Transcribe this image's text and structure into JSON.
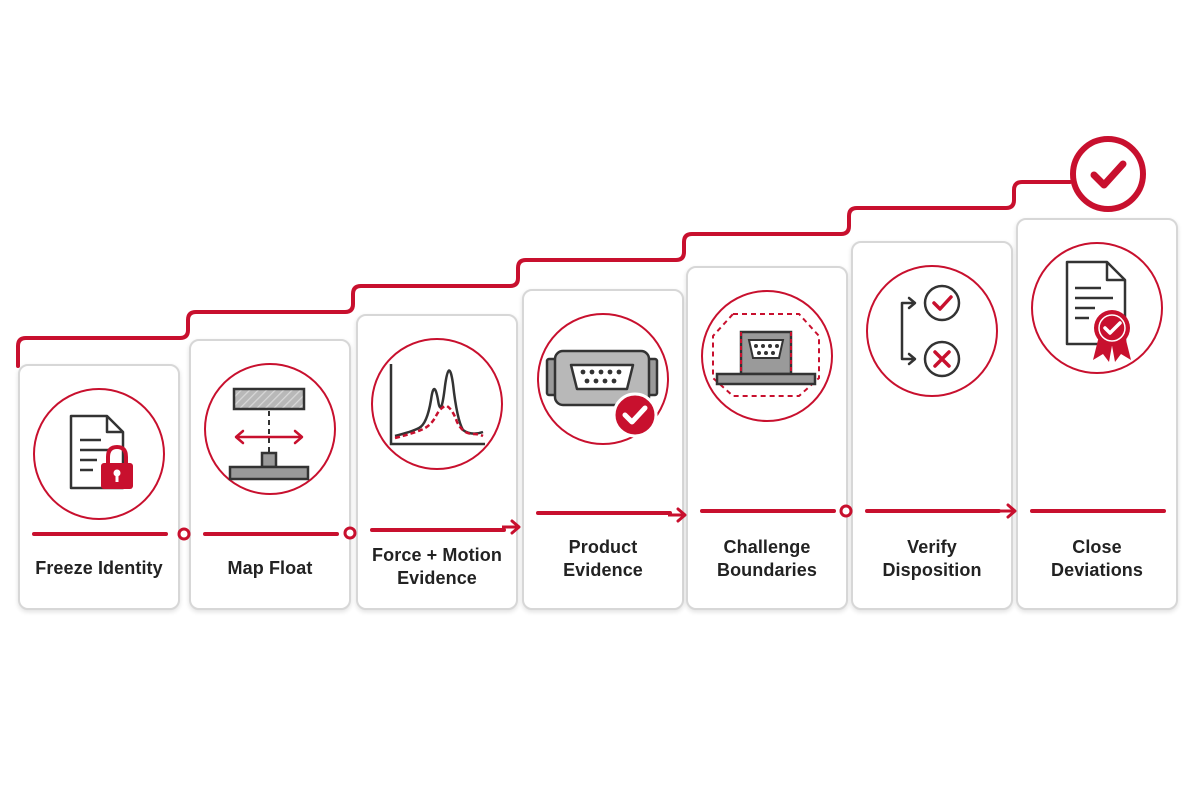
{
  "steps": [
    {
      "label_line1": "Freeze Identity",
      "label_line2": "",
      "icon": "document-lock-icon"
    },
    {
      "label_line1": "Map Float",
      "label_line2": "",
      "icon": "float-map-icon"
    },
    {
      "label_line1": "Force + Motion",
      "label_line2": "Evidence",
      "icon": "force-curve-chart-icon"
    },
    {
      "label_line1": "Product",
      "label_line2": "Evidence",
      "icon": "connector-check-icon"
    },
    {
      "label_line1": "Challenge",
      "label_line2": "Boundaries",
      "icon": "connector-boundary-icon"
    },
    {
      "label_line1": "Verify",
      "label_line2": "Disposition",
      "icon": "check-cross-decision-icon"
    },
    {
      "label_line1": "Close",
      "label_line2": "Deviations",
      "icon": "certificate-award-icon"
    }
  ],
  "connectors": [
    "circle-node",
    "circle-node",
    "arrow",
    "arrow",
    "circle-node",
    "arrow"
  ],
  "final_badge_icon": "checkmark-circle-icon",
  "colors": {
    "accent": "#c8102e",
    "card_border": "#d7d7d7",
    "icon_dark": "#333333",
    "icon_gray": "#9a9a9a",
    "text": "#222222"
  }
}
